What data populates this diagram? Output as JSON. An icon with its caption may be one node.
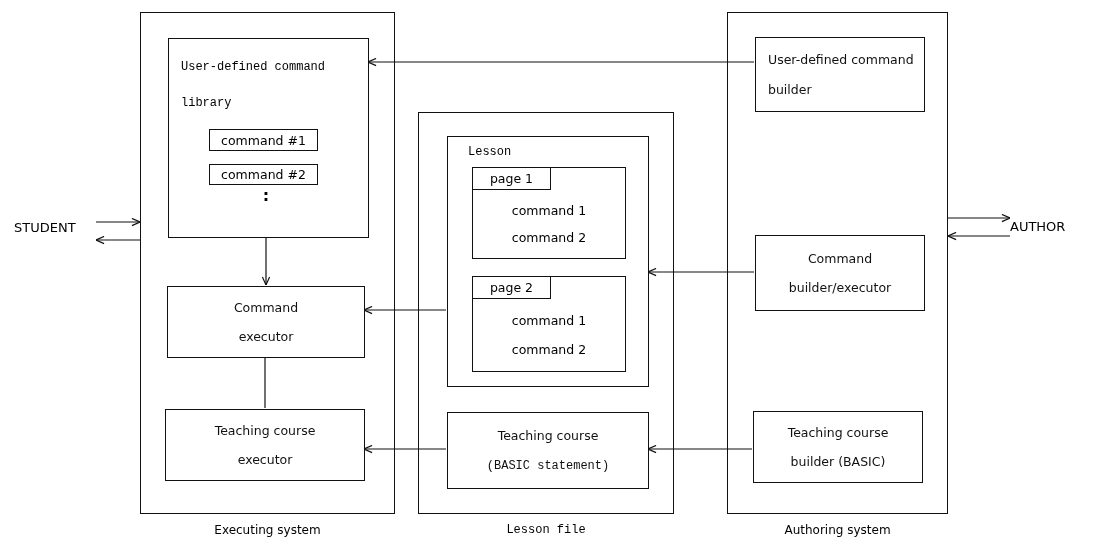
{
  "diagram": {
    "nodes": [
      {
        "text": [
          "STUDENT"
        ]
      },
      {
        "text": [
          "Executing system"
        ]
      },
      {
        "text": [
          "User-defined command library"
        ],
        "in": 1
      },
      {
        "text": [
          "command #1"
        ],
        "in": 2
      },
      {
        "text": [
          "command #2"
        ],
        "in": 2
      },
      {
        "text": [
          "Command",
          "executor"
        ],
        "in": 1
      },
      {
        "text": [
          "Teaching course",
          "executor"
        ],
        "in": 1
      },
      {
        "text": [
          "Lesson file"
        ]
      },
      {
        "text": [
          "Lesson"
        ],
        "in": 7
      },
      {
        "text": [
          "page 1",
          "command 1",
          "command 2"
        ],
        "in": 8
      },
      {
        "text": [
          "page 2",
          "command 1",
          "command 2"
        ],
        "in": 8
      },
      {
        "text": [
          "Teaching course",
          "(BASIC statement)"
        ],
        "in": 7
      },
      {
        "text": [
          "Authoring system"
        ]
      },
      {
        "text": [
          "User-defined command",
          "builder"
        ],
        "in": 12
      },
      {
        "text": [
          "Command",
          "builder/executor"
        ],
        "in": 12
      },
      {
        "text": [
          "Teaching course",
          "builder (BASIC)"
        ],
        "in": 12
      },
      {
        "text": [
          "AUTHOR"
        ]
      }
    ],
    "edges": [
      {
        "from": 0,
        "to": 1,
        "arrow": "to"
      },
      {
        "from": 1,
        "to": 0,
        "arrow": "to"
      },
      {
        "from": 13,
        "to": 2,
        "arrow": "to"
      },
      {
        "from": 2,
        "to": 5,
        "arrow": "to"
      },
      {
        "from": 14,
        "to": 8,
        "arrow": "to"
      },
      {
        "from": 8,
        "to": 5,
        "arrow": "to"
      },
      {
        "from": 5,
        "to": 6,
        "arrow": "none"
      },
      {
        "from": 15,
        "to": 11,
        "arrow": "to"
      },
      {
        "from": 11,
        "to": 6,
        "arrow": "to"
      },
      {
        "from": 12,
        "to": 16,
        "arrow": "to"
      },
      {
        "from": 16,
        "to": 12,
        "arrow": "to"
      }
    ],
    "labels": [
      ":"
    ]
  }
}
